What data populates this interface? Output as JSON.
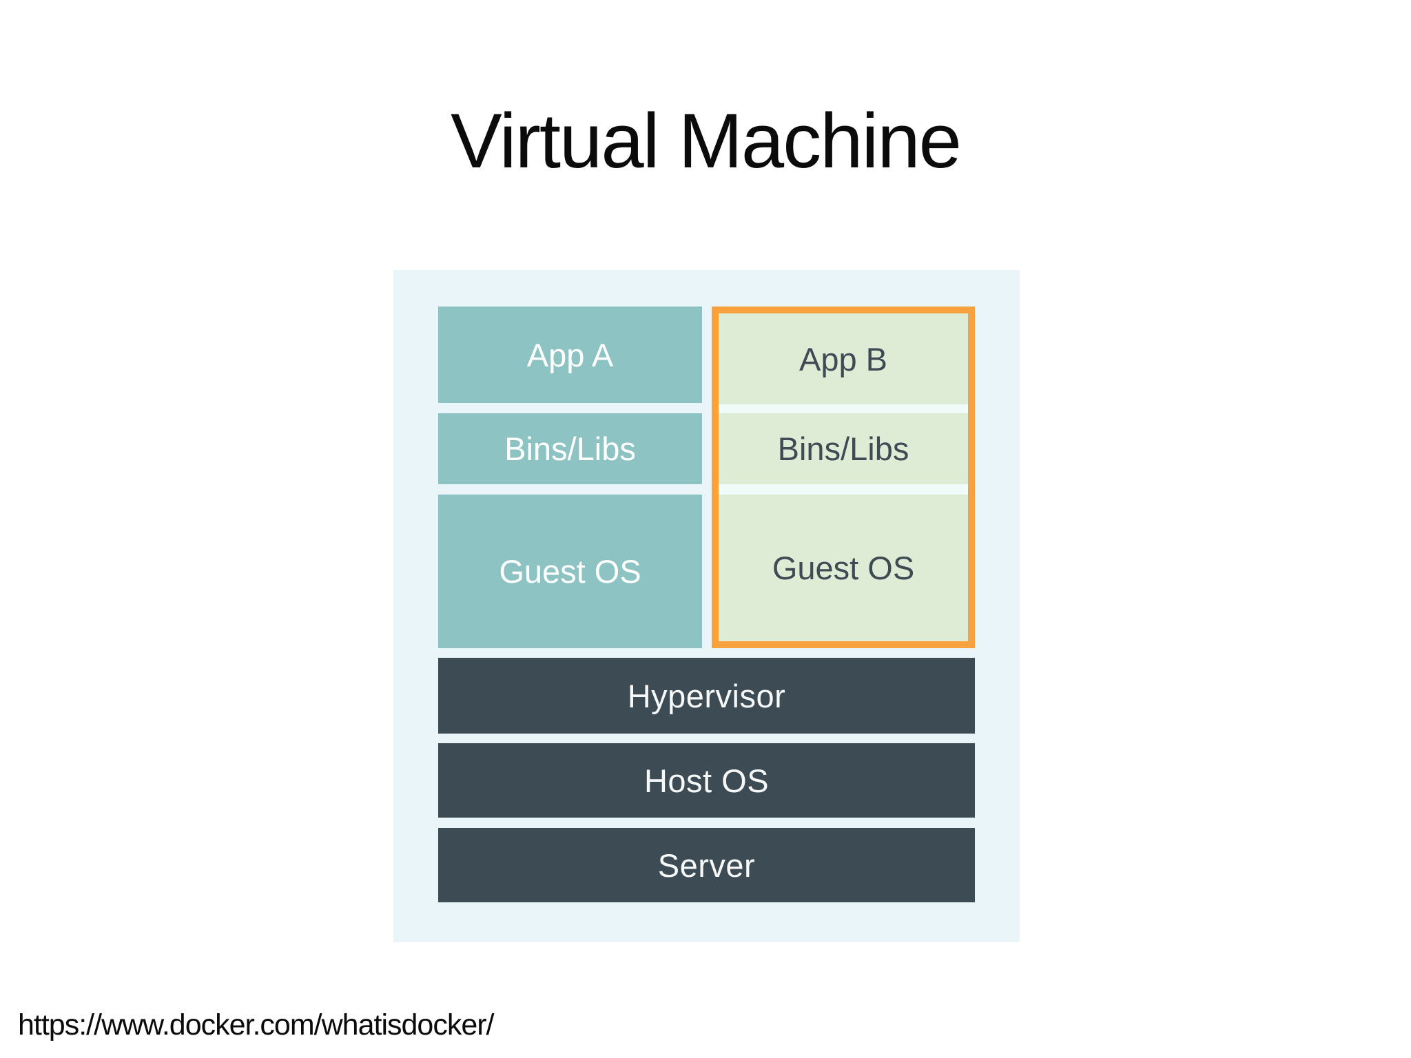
{
  "title": "Virtual Machine",
  "source_url": "https://www.docker.com/whatisdocker/",
  "colors": {
    "slide_background": "#ffffff",
    "diagram_background": "#e9f5f9",
    "vm1_box_teal": "#8dc3c2",
    "vm2_box_green": "#dfecd5",
    "vm2_highlight_border_orange": "#f9a13c",
    "infrastructure_box_dark": "#3d4c54",
    "box_text_light": "#ffffff",
    "box_text_dark": "#3e4b54",
    "title_text": "#0b0b0b"
  },
  "diagram": {
    "vm1": {
      "app": "App A",
      "bins": "Bins/Libs",
      "os": "Guest OS"
    },
    "vm2": {
      "app": "App B",
      "bins": "Bins/Libs",
      "os": "Guest OS"
    },
    "layers": [
      "Hypervisor",
      "Host OS",
      "Server"
    ]
  }
}
